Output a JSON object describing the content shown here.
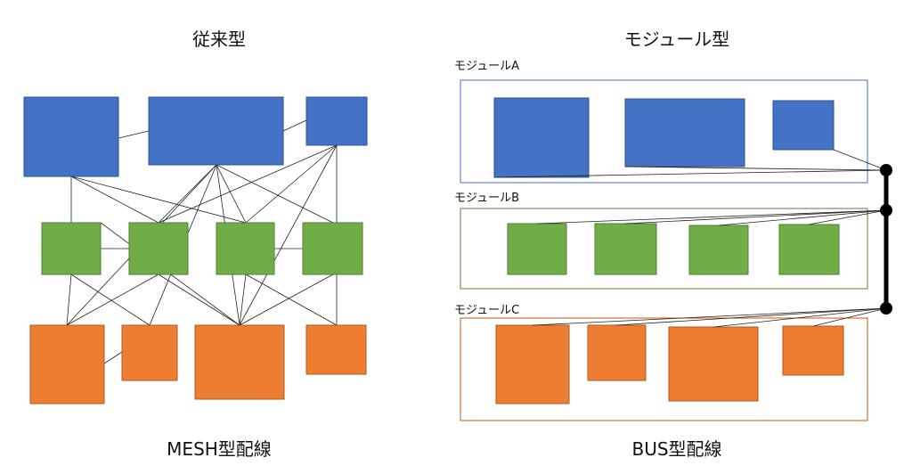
{
  "left": {
    "title": "従来型",
    "caption": "MESH型配線"
  },
  "right": {
    "title": "モジュール型",
    "caption": "BUS型配線",
    "modules": [
      {
        "label": "モジュールA"
      },
      {
        "label": "モジュールB"
      },
      {
        "label": "モジュールC"
      }
    ]
  },
  "colors": {
    "blue_fill": "#4472c4",
    "blue_edge": "#2f528f",
    "green_fill": "#70ad47",
    "green_edge": "#507e32",
    "orange_fill": "#ed7d31",
    "orange_edge": "#ae5a21",
    "line": "#222222",
    "bus": "#000000"
  }
}
